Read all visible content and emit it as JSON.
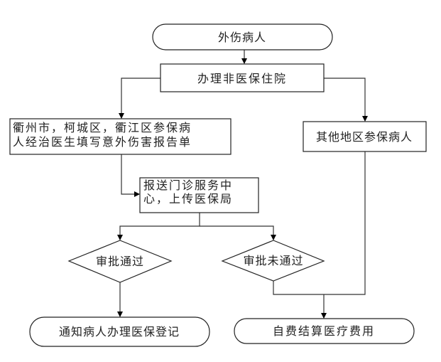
{
  "diagram": {
    "type": "flowchart",
    "nodes": {
      "start": {
        "shape": "terminal",
        "lines": [
          "外伤病人"
        ]
      },
      "non_insured": {
        "shape": "process",
        "lines": [
          "办理非医保住院"
        ]
      },
      "local_insured": {
        "shape": "process",
        "lines": [
          "衢州市，柯城区，衢江区参保病",
          "人经治医生填写意外伤害报告单"
        ]
      },
      "other_region": {
        "shape": "process",
        "lines": [
          "其他地区参保病人"
        ]
      },
      "submit": {
        "shape": "process",
        "lines": [
          "报送门诊服务中",
          "心，上传医保局"
        ]
      },
      "approved": {
        "shape": "decision",
        "lines": [
          "审批通过"
        ]
      },
      "rejected": {
        "shape": "decision",
        "lines": [
          "审批未通过"
        ]
      },
      "notify": {
        "shape": "terminal",
        "lines": [
          "通知病人办理医保登记"
        ]
      },
      "self_pay": {
        "shape": "terminal",
        "lines": [
          "自费结算医疗费用"
        ]
      }
    },
    "edges": [
      {
        "from": "start",
        "to": "non_insured"
      },
      {
        "from": "non_insured",
        "to": "local_insured"
      },
      {
        "from": "non_insured",
        "to": "other_region"
      },
      {
        "from": "local_insured",
        "to": "submit"
      },
      {
        "from": "submit",
        "to": "approved"
      },
      {
        "from": "submit",
        "to": "rejected"
      },
      {
        "from": "approved",
        "to": "notify"
      },
      {
        "from": "rejected",
        "to": "self_pay"
      },
      {
        "from": "other_region",
        "to": "self_pay"
      }
    ],
    "colors": {
      "stroke": "#000000",
      "text": "#222222",
      "background": "#ffffff"
    }
  }
}
